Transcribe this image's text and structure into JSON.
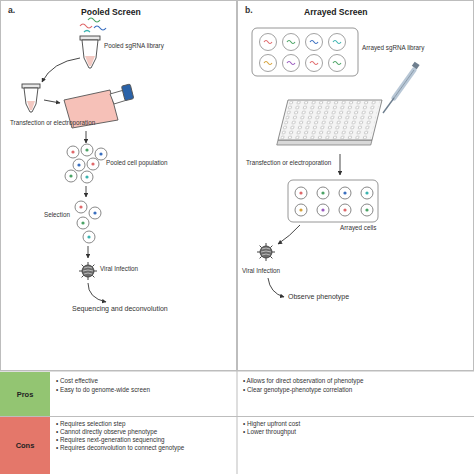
{
  "diagram": {
    "nodes": [
      {
        "text": [
          "Pooled Screen"
        ]
      },
      {
        "text": [
          "Arrayed Screen"
        ]
      },
      {
        "text": [
          "Pros"
        ]
      },
      {
        "text": [
          "Cons"
        ]
      }
    ],
    "labels": [
      "a.",
      "b.",
      "Pooled sgRNA library",
      "Transfection or electroporation",
      "Pooled cell population",
      "Selection",
      "Viral Infection",
      "Sequencing and deconvolution",
      "Arrayed sgRNA library",
      "Transfection or electroporation",
      "Arrayed cells",
      "Viral Infection",
      "Observe phenotype",
      "• Cost effective",
      "• Easy to do genome-wide screen",
      "• Allows for direct observation of phenotype",
      "• Clear genotype-phenotype correlation",
      "• Requires selection step",
      "• Cannot directly observe phenotype",
      "• Requires next-generation sequencing",
      "• Requires deconvolution to connect genotype",
      "• Higher upfront cost",
      "• Lower throughput"
    ]
  }
}
